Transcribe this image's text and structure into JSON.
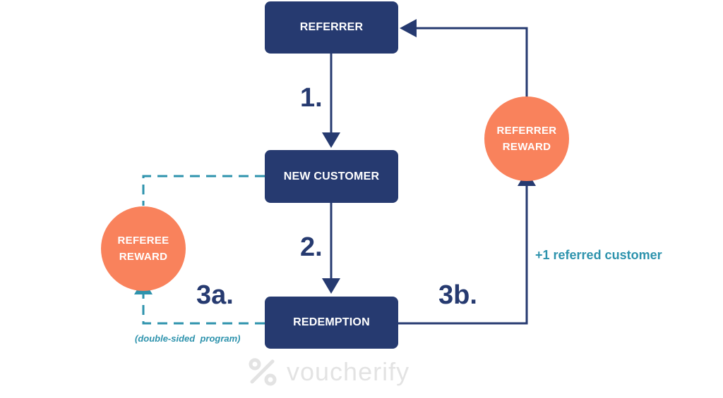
{
  "nodes": {
    "referrer": "REFERRER",
    "new_customer": "NEW CUSTOMER",
    "redemption": "REDEMPTION"
  },
  "rewards": {
    "referrer_reward": [
      "REFERRER",
      "REWARD"
    ],
    "referee_reward": [
      "REFEREE",
      "REWARD"
    ]
  },
  "steps": {
    "step1": "1.",
    "step2": "2.",
    "step3a": "3a.",
    "step3b": "3b."
  },
  "annotations": {
    "referred_customer": "+1 referred customer",
    "double_sided": "(double-sided  program)"
  },
  "logo": {
    "wordmark": "voucherify"
  },
  "colors": {
    "box": "#263a70",
    "reward_circle": "#f9825c",
    "dashed_line": "#2e93ad",
    "step_text": "#263a70",
    "annotation_text": "#2e93ad"
  }
}
